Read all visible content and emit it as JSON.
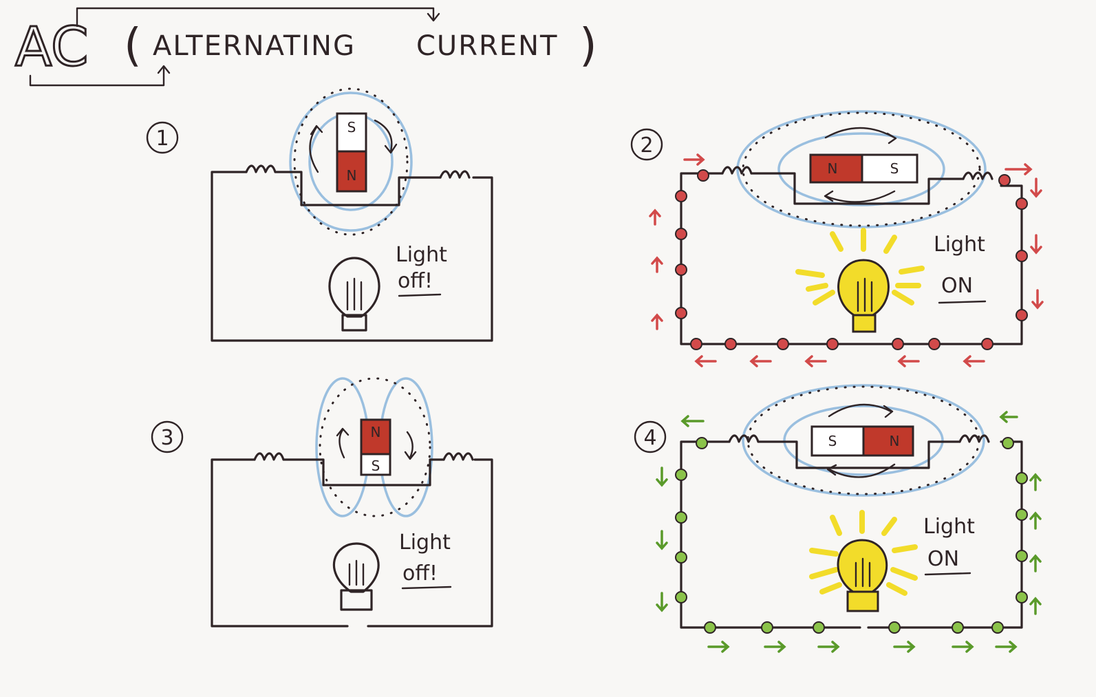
{
  "title": {
    "abbr": "AC",
    "open_paren": "(",
    "word1": "ALTERNATING",
    "word2": "CURRENT",
    "close_paren": ")"
  },
  "panels": [
    {
      "number": "1",
      "magnet_top": "S",
      "magnet_bottom": "N",
      "light_line1": "Light",
      "light_line2": "off!"
    },
    {
      "number": "2",
      "magnet_left": "N",
      "magnet_right": "S",
      "light_line1": "Light",
      "light_line2": "ON"
    },
    {
      "number": "3",
      "magnet_top": "N",
      "magnet_bottom": "S",
      "light_line1": "Light",
      "light_line2": "off!"
    },
    {
      "number": "4",
      "magnet_left": "S",
      "magnet_right": "N",
      "light_line1": "Light",
      "light_line2": "ON"
    }
  ],
  "colors": {
    "ink": "#2f2426",
    "magnet_red": "#c0392b",
    "field_blue": "#8fb8dd",
    "current_red": "#d24a4a",
    "current_green": "#5a9a2a",
    "bulb_yellow": "#f2dc2a"
  }
}
